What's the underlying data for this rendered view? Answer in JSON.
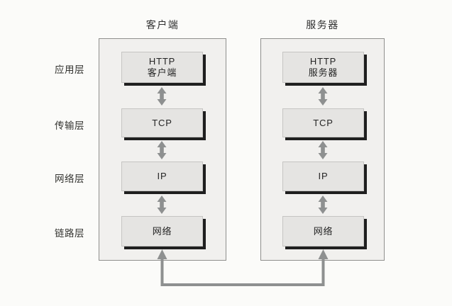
{
  "layers": [
    {
      "label": "应用层"
    },
    {
      "label": "传输层"
    },
    {
      "label": "网络层"
    },
    {
      "label": "链路层"
    }
  ],
  "columns": [
    {
      "title": "客户端",
      "boxes": [
        {
          "label": "HTTP\n客户端"
        },
        {
          "label": "TCP"
        },
        {
          "label": "IP"
        },
        {
          "label": "网络"
        }
      ]
    },
    {
      "title": "服务器",
      "boxes": [
        {
          "label": "HTTP\n服务器"
        },
        {
          "label": "TCP"
        },
        {
          "label": "IP"
        },
        {
          "label": "网络"
        }
      ]
    }
  ],
  "colors": {
    "page_bg": "#fbfbf9",
    "panel_bg": "#f1f0ee",
    "panel_border": "#8f8f8d",
    "box_bg": "#e5e4e2",
    "box_shadow": "#1f1f1f",
    "arrow_gray": "#8e9090",
    "text": "#2b2b2b"
  }
}
